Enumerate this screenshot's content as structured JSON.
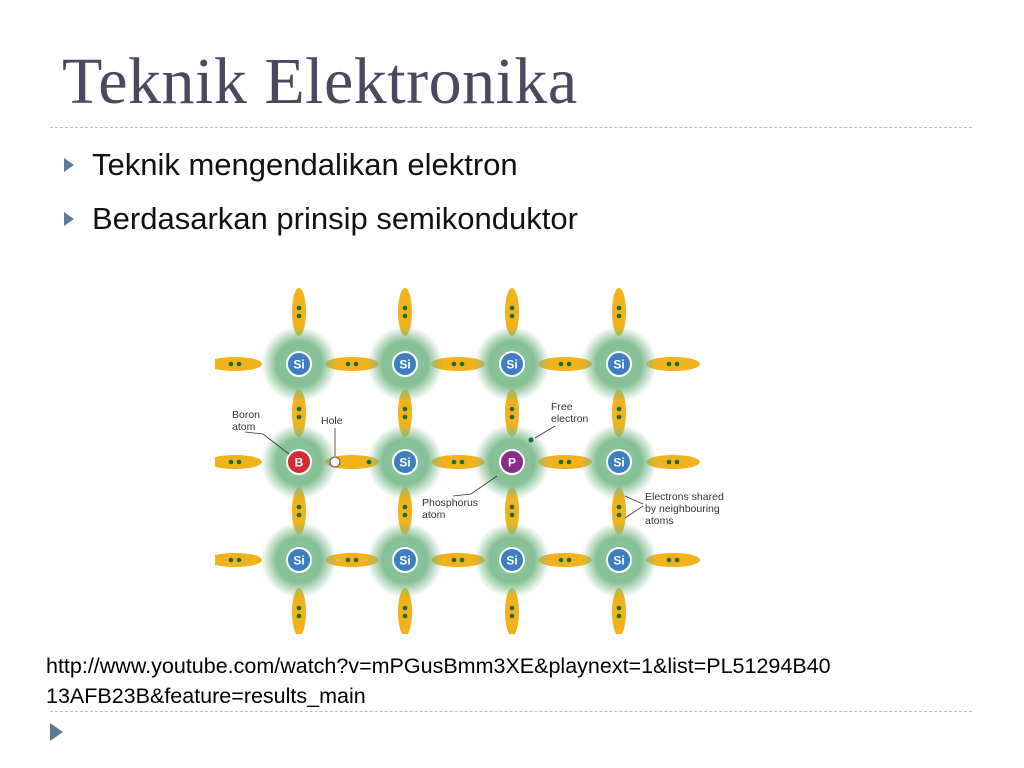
{
  "slide": {
    "title": "Teknik Elektronika",
    "bullets": [
      "Teknik mengendalikan elektron",
      "Berdasarkan prinsip semikonduktor"
    ],
    "source_line_1": "http://www.youtube.com/watch?v=mPGusBmm3XE&playnext=1&list=PL51294B40",
    "source_line_2": "13AFB23B&feature=results_main"
  },
  "diagram": {
    "atom_labels": [
      "Si",
      "B",
      "P"
    ],
    "annotations": {
      "boron": [
        "Boron",
        "atom"
      ],
      "hole": "Hole",
      "free_electron": [
        "Free",
        "electron"
      ],
      "phosphorus": [
        "Phosphorus",
        "atom"
      ],
      "shared": [
        "Electrons shared",
        "by neighbouring",
        "atoms"
      ]
    },
    "colors": {
      "bond": "#f2b21c",
      "glow": "#79b98a",
      "silicon": "#3f7fc1",
      "boron": "#d62b32",
      "phosphorus": "#8b2b8c",
      "electron": "#1f6a3b"
    }
  },
  "colors": {
    "title": "#4a4a5e",
    "bullet_marker": "#5e7994",
    "rule": "#b8bec8"
  }
}
